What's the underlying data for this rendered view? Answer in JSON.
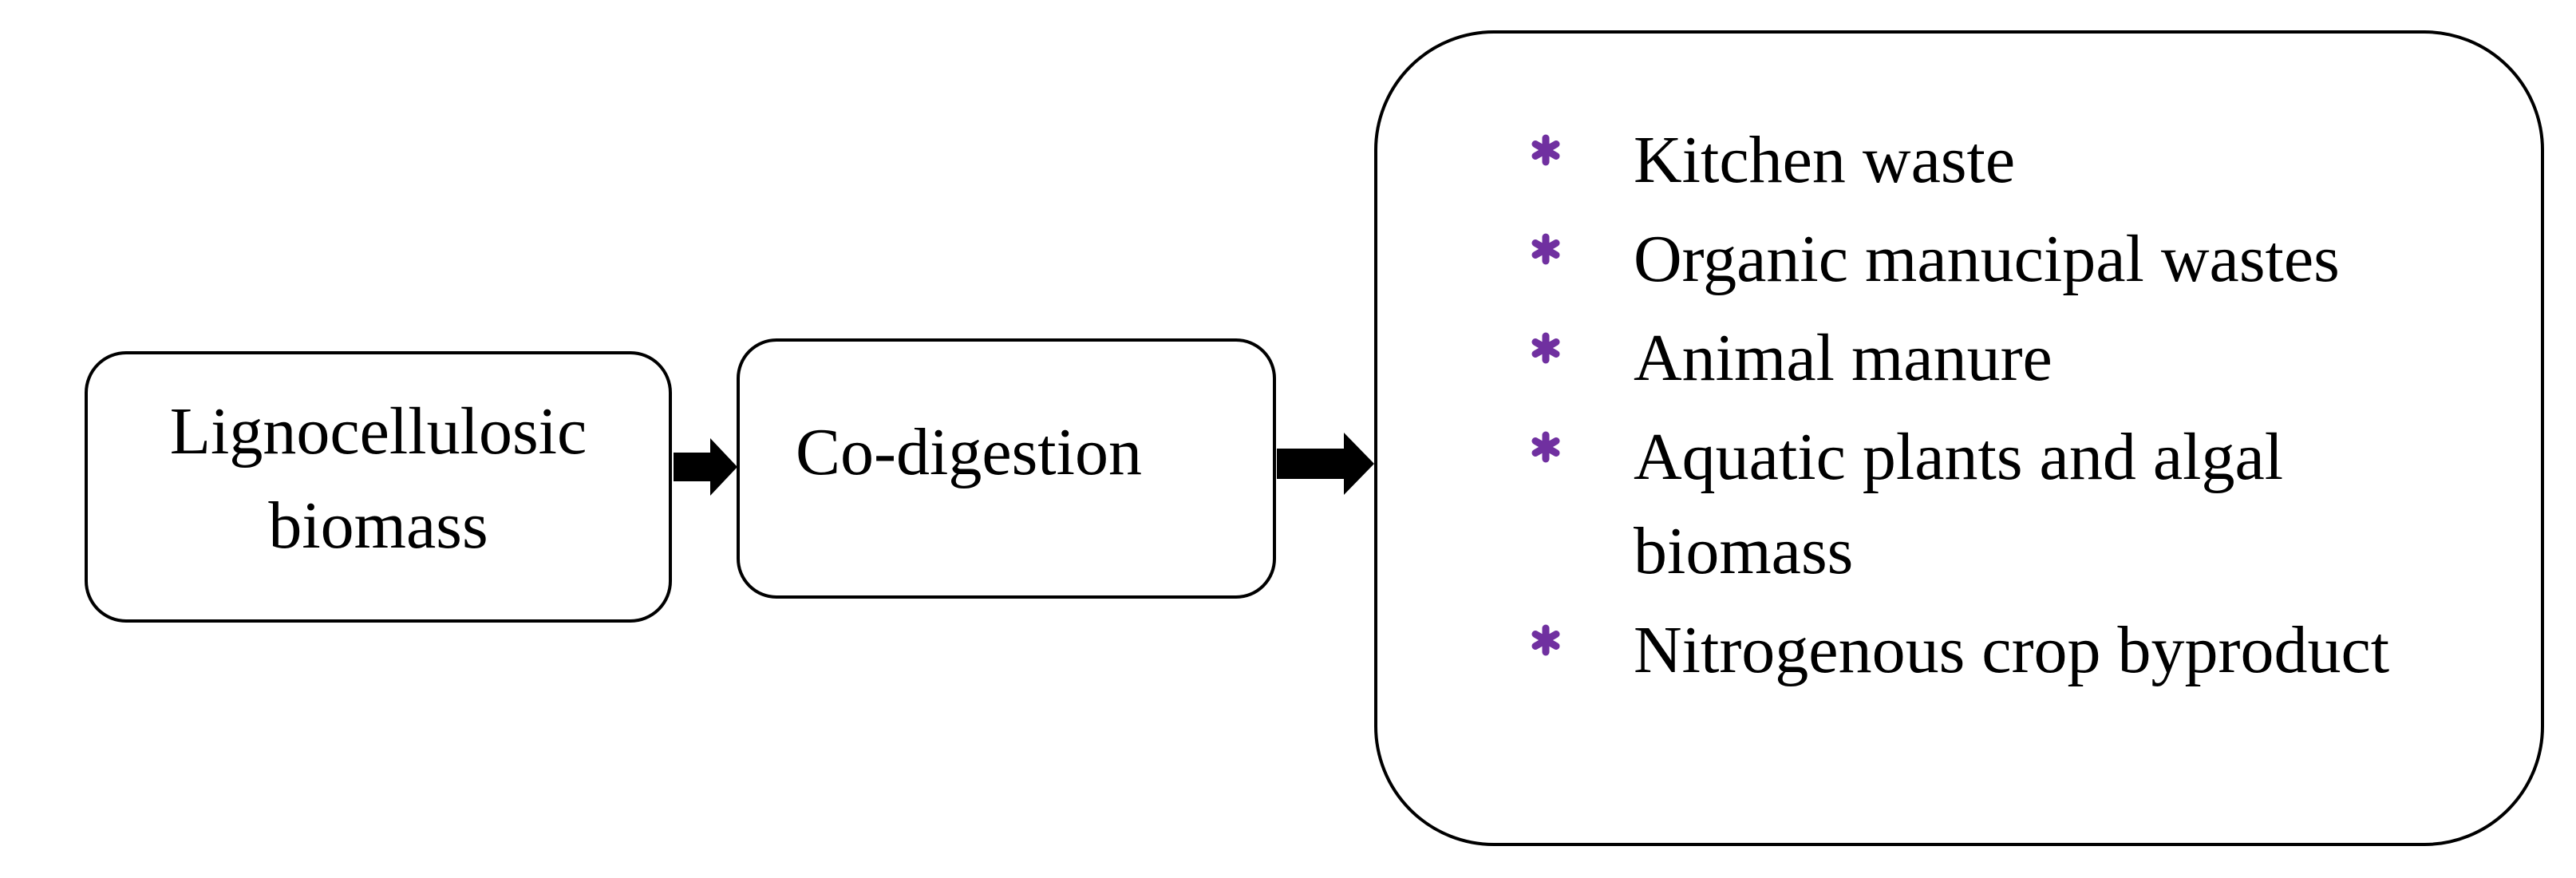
{
  "nodes": {
    "lignocellulosic": {
      "lines": [
        "Lignocellulosic",
        "biomass"
      ]
    },
    "codigestion": {
      "label": "Co-digestion"
    }
  },
  "sources": {
    "items": [
      "Kitchen waste",
      "Organic manucipal wastes",
      "Animal manure",
      "Aquatic plants and algal biomass",
      "Nitrogenous crop byproduct"
    ]
  },
  "colors": {
    "bullet": "#7030A0",
    "stroke": "#000000"
  },
  "icons": {
    "bullet": "asterisk-bullet-icon",
    "connector": "right-arrow-icon"
  }
}
